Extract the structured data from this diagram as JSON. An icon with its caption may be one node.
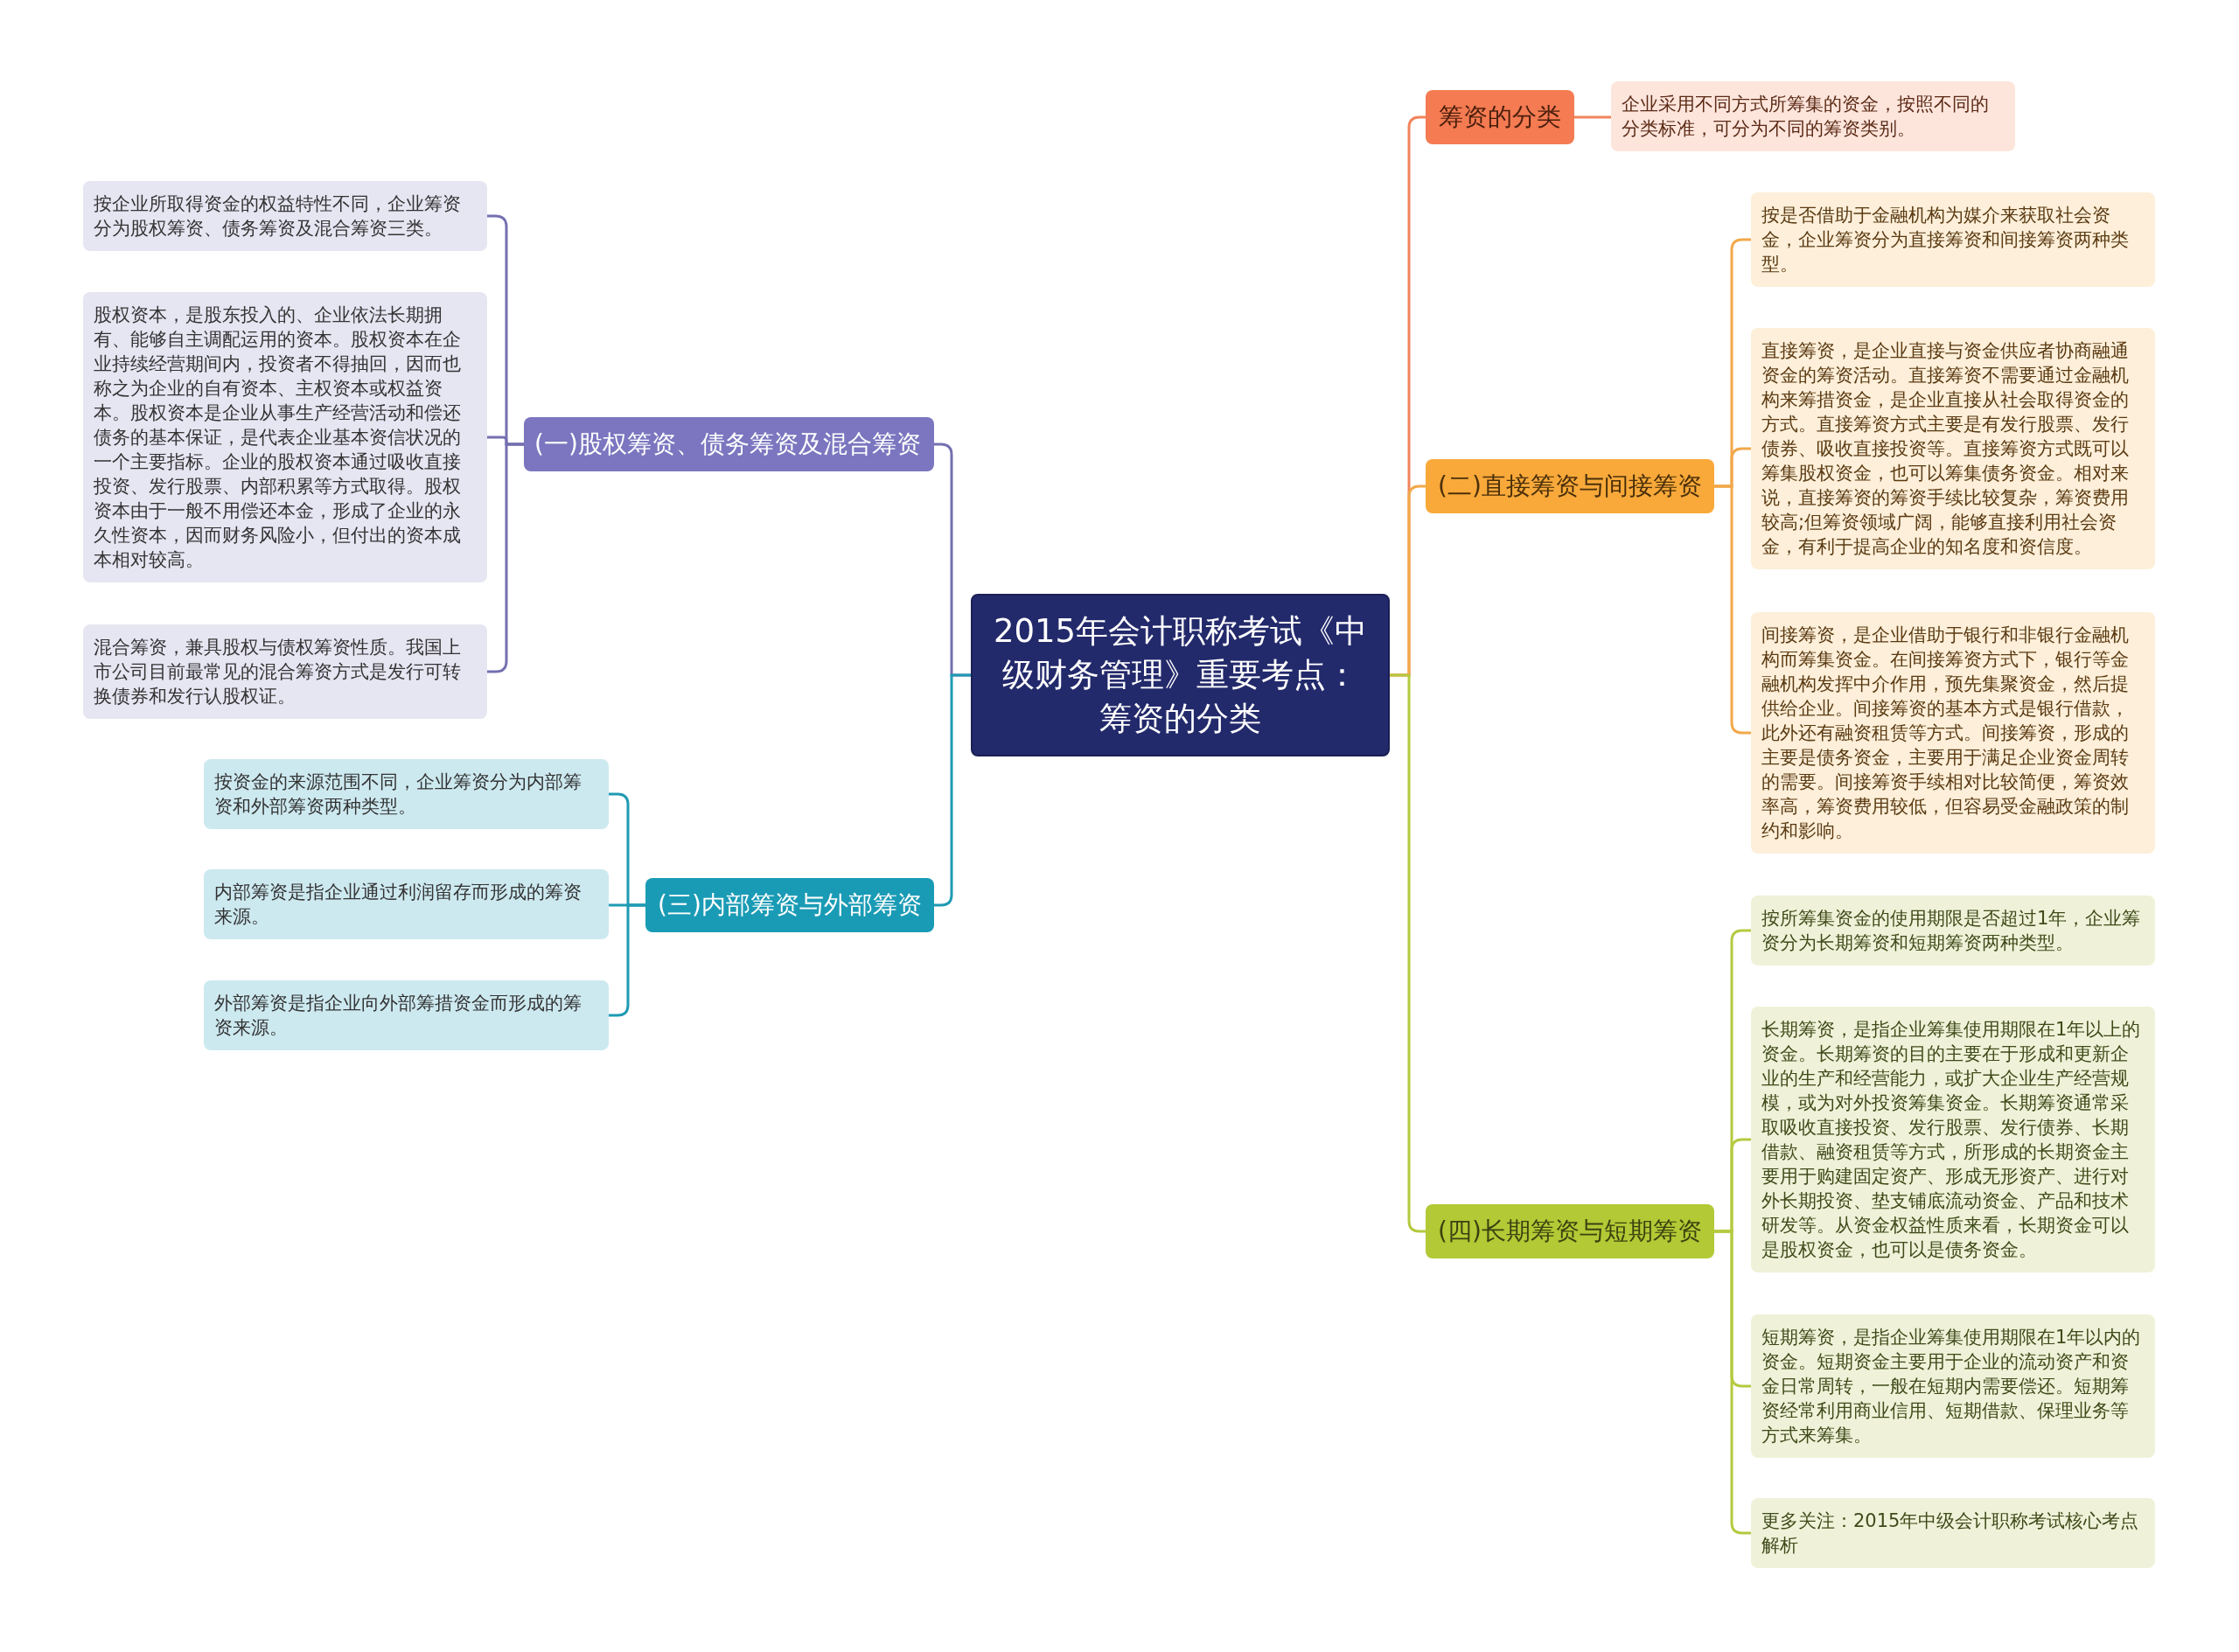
{
  "diagram": {
    "nodes": [
      {
        "text": [
          "2015年会计职称考试《中级财务管理》重要考点：筹资的分类"
        ]
      },
      {
        "text": [
          "筹资的分类"
        ]
      },
      {
        "text": [
          "企业采用不同方式所筹集的资金，按照不同的分类标准，可分为不同的筹资类别。"
        ]
      },
      {
        "text": [
          "(一)股权筹资、债务筹资及混合筹资"
        ]
      },
      {
        "text": [
          "按企业所取得资金的权益特性不同，企业筹资分为股权筹资、债务筹资及混合筹资三类。"
        ]
      },
      {
        "text": [
          "股权资本，是股东投入的、企业依法长期拥有、能够自主调配运用的资本。股权资本在企业持续经营期间内，投资者不得抽回，因而也称之为企业的自有资本、主权资本或权益资本。股权资本是企业从事生产经营活动和偿还债务的基本保证，是代表企业基本资信状况的一个主要指标。企业的股权资本通过吸收直接投资、发行股票、内部积累等方式取得。股权资本由于一般不用偿还本金，形成了企业的永久性资本，因而财务风险小，但付出的资本成本相对较高。"
        ]
      },
      {
        "text": [
          "混合筹资，兼具股权与债权筹资性质。我国上市公司目前最常见的混合筹资方式是发行可转换债券和发行认股权证。"
        ]
      },
      {
        "text": [
          "(二)直接筹资与间接筹资"
        ]
      },
      {
        "text": [
          "按是否借助于金融机构为媒介来获取社会资金，企业筹资分为直接筹资和间接筹资两种类型。"
        ]
      },
      {
        "text": [
          "直接筹资，是企业直接与资金供应者协商融通资金的筹资活动。直接筹资不需要通过金融机构来筹措资金，是企业直接从社会取得资金的方式。直接筹资方式主要是有发行股票、发行债券、吸收直接投资等。直接筹资方式既可以筹集股权资金，也可以筹集债务资金。相对来说，直接筹资的筹资手续比较复杂，筹资费用较高;但筹资领域广阔，能够直接利用社会资金，有利于提高企业的知名度和资信度。"
        ]
      },
      {
        "text": [
          "间接筹资，是企业借助于银行和非银行金融机构而筹集资金。在间接筹资方式下，银行等金融机构发挥中介作用，预先集聚资金，然后提供给企业。间接筹资的基本方式是银行借款，此外还有融资租赁等方式。间接筹资，形成的主要是债务资金，主要用于满足企业资金周转的需要。间接筹资手续相对比较简便，筹资效率高，筹资费用较低，但容易受金融政策的制约和影响。"
        ]
      },
      {
        "text": [
          "(三)内部筹资与外部筹资"
        ]
      },
      {
        "text": [
          "按资金的来源范围不同，企业筹资分为内部筹资和外部筹资两种类型。"
        ]
      },
      {
        "text": [
          "内部筹资是指企业通过利润留存而形成的筹资来源。"
        ]
      },
      {
        "text": [
          "外部筹资是指企业向外部筹措资金而形成的筹资来源。"
        ]
      },
      {
        "text": [
          "(四)长期筹资与短期筹资"
        ]
      },
      {
        "text": [
          "按所筹集资金的使用期限是否超过1年，企业筹资分为长期筹资和短期筹资两种类型。"
        ]
      },
      {
        "text": [
          "长期筹资，是指企业筹集使用期限在1年以上的资金。长期筹资的目的主要在于形成和更新企业的生产和经营能力，或扩大企业生产经营规模，或为对外投资筹集资金。长期筹资通常采取吸收直接投资、发行股票、发行债券、长期借款、融资租赁等方式，所形成的长期资金主要用于购建固定资产、形成无形资产、进行对外长期投资、垫支铺底流动资金、产品和技术研发等。从资金权益性质来看，长期资金可以是股权资金，也可以是债务资金。"
        ]
      },
      {
        "text": [
          "短期筹资，是指企业筹集使用期限在1年以内的资金。短期资金主要用于企业的流动资产和资金日常周转，一般在短期内需要偿还。短期筹资经常利用商业信用、短期借款、保理业务等方式来筹集。"
        ]
      },
      {
        "text": [
          "更多关注：2015年中级会计职称考试核心考点解析"
        ]
      }
    ],
    "edges": [
      {
        "from": 0,
        "to": 1,
        "arrow": "none",
        "color": "#f0845c"
      },
      {
        "from": 1,
        "to": 2,
        "arrow": "none",
        "color": "#f0845c"
      },
      {
        "from": 0,
        "to": 3,
        "arrow": "none",
        "color": "#7470b0"
      },
      {
        "from": 3,
        "to": 4,
        "arrow": "none",
        "color": "#7470b0"
      },
      {
        "from": 3,
        "to": 5,
        "arrow": "none",
        "color": "#7470b0"
      },
      {
        "from": 3,
        "to": 6,
        "arrow": "none",
        "color": "#7470b0"
      },
      {
        "from": 0,
        "to": 7,
        "arrow": "none",
        "color": "#f2a84a"
      },
      {
        "from": 7,
        "to": 8,
        "arrow": "none",
        "color": "#f2a84a"
      },
      {
        "from": 7,
        "to": 9,
        "arrow": "none",
        "color": "#f2a84a"
      },
      {
        "from": 7,
        "to": 10,
        "arrow": "none",
        "color": "#f2a84a"
      },
      {
        "from": 0,
        "to": 11,
        "arrow": "none",
        "color": "#1f9ab3"
      },
      {
        "from": 11,
        "to": 12,
        "arrow": "none",
        "color": "#1f9ab3"
      },
      {
        "from": 11,
        "to": 13,
        "arrow": "none",
        "color": "#1f9ab3"
      },
      {
        "from": 11,
        "to": 14,
        "arrow": "none",
        "color": "#1f9ab3"
      },
      {
        "from": 0,
        "to": 15,
        "arrow": "none",
        "color": "#b5c93f"
      },
      {
        "from": 15,
        "to": 16,
        "arrow": "none",
        "color": "#b5c93f"
      },
      {
        "from": 15,
        "to": 17,
        "arrow": "none",
        "color": "#b5c93f"
      },
      {
        "from": 15,
        "to": 18,
        "arrow": "none",
        "color": "#b5c93f"
      },
      {
        "from": 15,
        "to": 19,
        "arrow": "none",
        "color": "#b5c93f"
      }
    ]
  }
}
